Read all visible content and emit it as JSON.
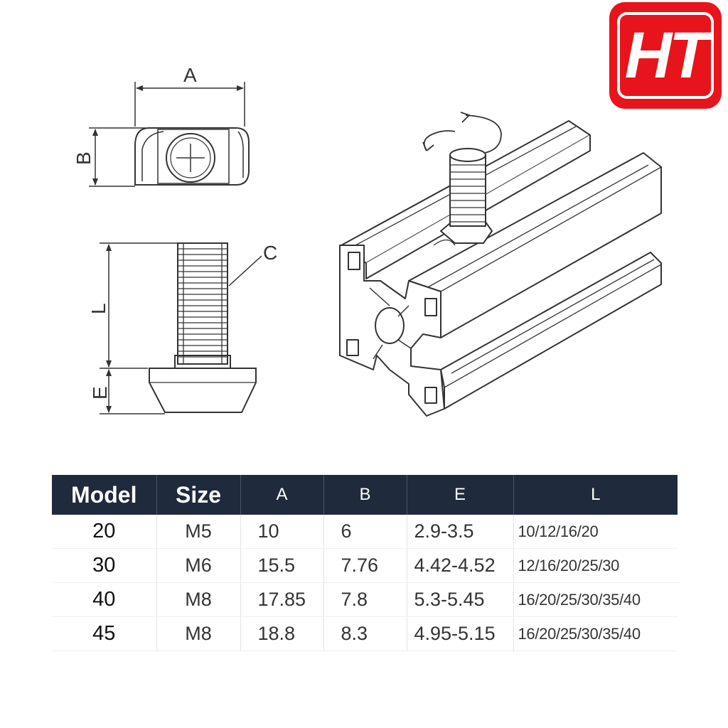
{
  "logo": {
    "text": "HT",
    "color": "#e8141b"
  },
  "dimension_labels": {
    "a": "A",
    "b": "B",
    "c": "C",
    "l": "L",
    "e": "E"
  },
  "table": {
    "headers": [
      "Model",
      "Size",
      "A",
      "B",
      "E",
      "L"
    ],
    "header_bg": "#1f2a3d",
    "rows": [
      [
        "20",
        "M5",
        "10",
        "6",
        "2.9-3.5",
        "10/12/16/20"
      ],
      [
        "30",
        "M6",
        "15.5",
        "7.76",
        "4.42-4.52",
        "12/16/20/25/30"
      ],
      [
        "40",
        "M8",
        "17.85",
        "7.8",
        "5.3-5.45",
        "16/20/25/30/35/40"
      ],
      [
        "45",
        "M8",
        "18.8",
        "8.3",
        "4.95-5.15",
        "16/20/25/30/35/40"
      ]
    ]
  }
}
